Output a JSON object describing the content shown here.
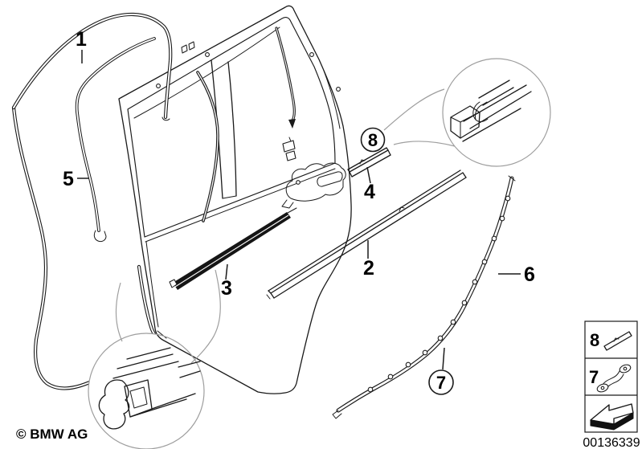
{
  "figure": {
    "callouts": {
      "item1": "1",
      "item2": "2",
      "item3": "3",
      "item4": "4",
      "item5": "5",
      "item6": "6",
      "item7": "7",
      "item8": "8"
    },
    "legend": {
      "row1_label": "8",
      "row2_label": "7"
    },
    "footer": {
      "copyright": "© BMW AG",
      "image_number": "00136339"
    },
    "icons": {
      "legend_row1": "molding-strip-icon",
      "legend_row2": "clip-fastener-icon",
      "legend_row3": "direction-arrow-icon"
    },
    "colors": {
      "line": "#1a1a1a",
      "callout_circle": "#9e9e9e",
      "strip_dark": "#151515",
      "background": "#ffffff"
    }
  }
}
